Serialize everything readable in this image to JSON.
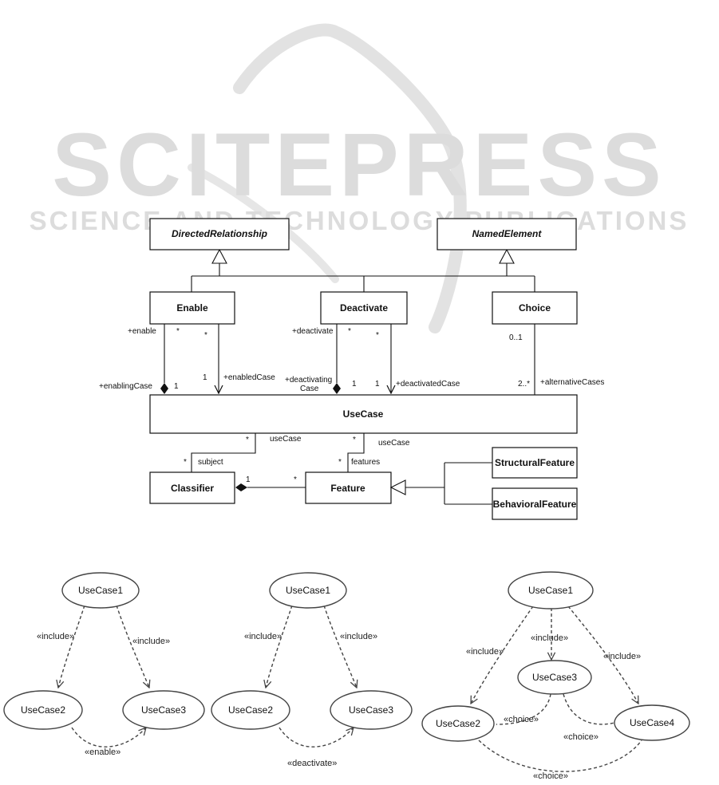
{
  "watermark": {
    "title": "SCITEPRESS",
    "subtitle": "SCIENCE AND TECHNOLOGY PUBLICATIONS"
  },
  "metamodel": {
    "classes": {
      "directed_relationship": "DirectedRelationship",
      "named_element": "NamedElement",
      "enable": "Enable",
      "deactivate": "Deactivate",
      "choice": "Choice",
      "usecase": "UseCase",
      "classifier": "Classifier",
      "feature": "Feature",
      "structural_feature": "StructuralFeature",
      "behavioral_feature": "BehavioralFeature"
    },
    "labels": {
      "enable_role": "+enable",
      "enable_mult_a": "*",
      "enable_mult_b": "*",
      "enabling_case": "+enablingCase",
      "enabling_mult": "1",
      "enabled_mult": "1",
      "enabled_case": "+enabledCase",
      "deactivate_role": "+deactivate",
      "deactivate_mult_a": "*",
      "deactivate_mult_b": "*",
      "deactivating_case_1": "+deactivating",
      "deactivating_case_2": "Case",
      "deactivating_mult": "1",
      "deactivated_mult": "1",
      "deactivated_case": "+deactivatedCase",
      "choice_mult": "0..1",
      "alternative_mult": "2..*",
      "alternative_cases": "+alternativeCases",
      "subject_usecase_mult": "*",
      "subject_usecase_role": "useCase",
      "subject_mult": "*",
      "subject_role": "subject",
      "features_usecase_mult": "*",
      "features_usecase_role": "useCase",
      "features_mult": "*",
      "features_role": "features",
      "classifier_feature_mult": "1",
      "feature_classifier_mult": "*"
    }
  },
  "examples": {
    "enable": {
      "uc1": "UseCase1",
      "uc2": "UseCase2",
      "uc3": "UseCase3",
      "include_left": "«include»",
      "include_right": "«include»",
      "relation": "«enable»"
    },
    "deactivate": {
      "uc1": "UseCase1",
      "uc2": "UseCase2",
      "uc3": "UseCase3",
      "include_left": "«include»",
      "include_right": "«include»",
      "relation": "«deactivate»"
    },
    "choice": {
      "uc1": "UseCase1",
      "uc2": "UseCase2",
      "uc3": "UseCase3",
      "uc4": "UseCase4",
      "include_left": "«include»",
      "include_mid": "«include»",
      "include_right": "«include»",
      "choice_23": "«choice»",
      "choice_34": "«choice»",
      "choice_24": "«choice»"
    }
  }
}
